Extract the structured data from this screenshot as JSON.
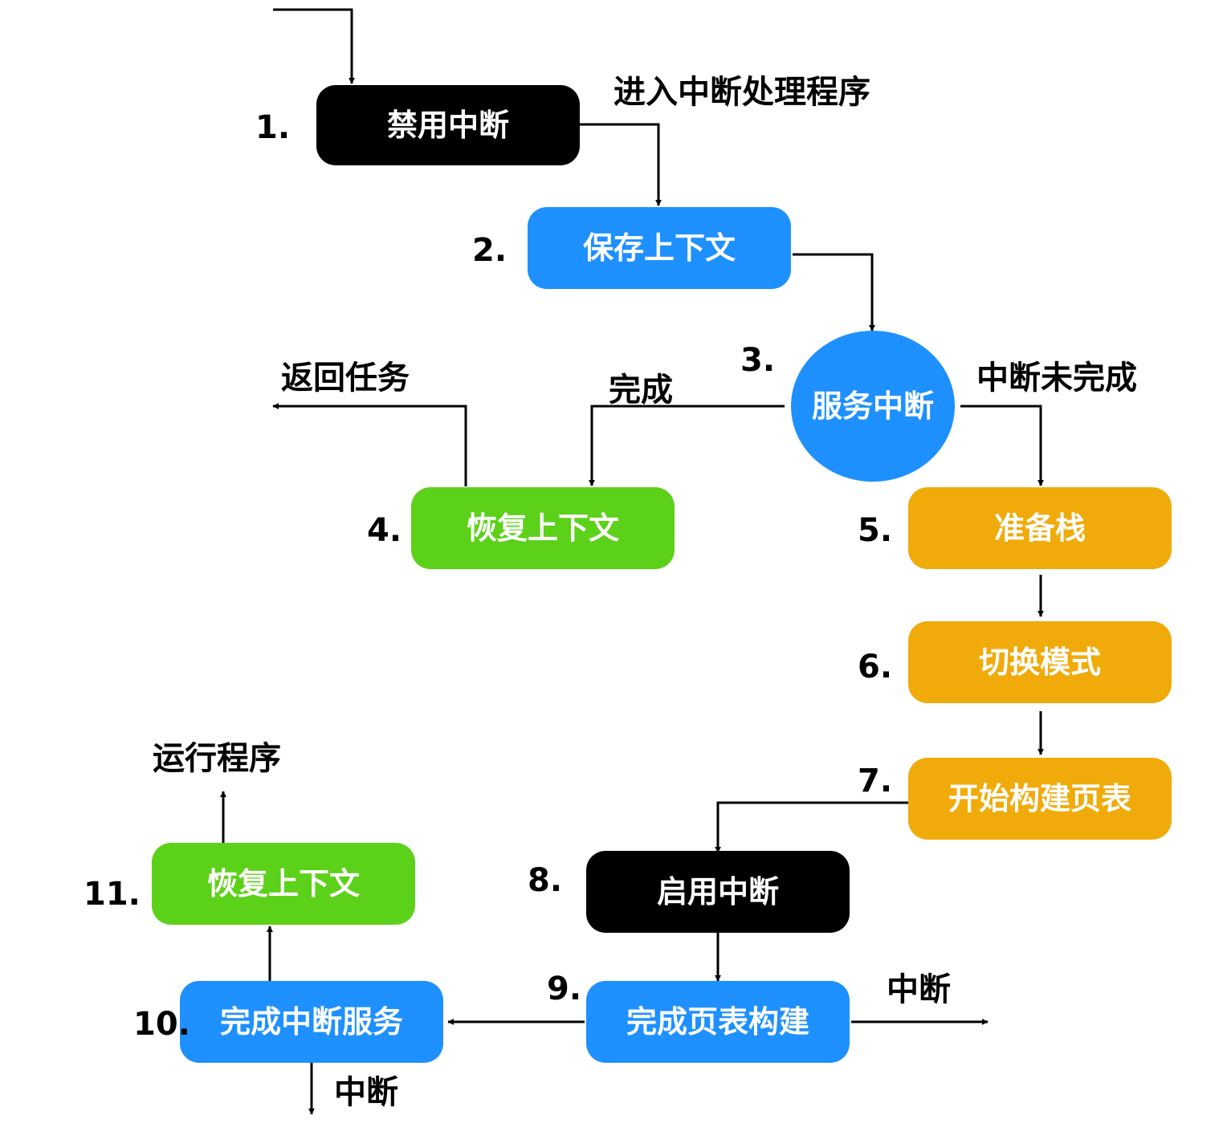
{
  "colors": {
    "black_node": "#000000",
    "blue_node": "#1e90ff",
    "green_node": "#5cd11a",
    "orange_node": "#f0ab0a"
  },
  "nodes": {
    "disable_interrupt": {
      "step": "1.",
      "label": "禁用中断"
    },
    "save_context": {
      "step": "2.",
      "label": "保存上下文"
    },
    "service_interrupt": {
      "step": "3.",
      "label": "服务中断"
    },
    "restore_context_a": {
      "step": "4.",
      "label": "恢复上下文"
    },
    "prepare_stack": {
      "step": "5.",
      "label": "准备栈"
    },
    "switch_mode": {
      "step": "6.",
      "label": "切换模式"
    },
    "build_page_table": {
      "step": "7.",
      "label": "开始构建页表"
    },
    "enable_interrupt": {
      "step": "8.",
      "label": "启用中断"
    },
    "finish_page_table": {
      "step": "9.",
      "label": "完成页表构建"
    },
    "finish_service": {
      "step": "10.",
      "label": "完成中断服务"
    },
    "restore_context_b": {
      "step": "11.",
      "label": "恢复上下文"
    }
  },
  "edge_labels": {
    "enter_handler": "进入中断处理程序",
    "return_task": "返回任务",
    "done": "完成",
    "not_done": "中断未完成",
    "run_program": "运行程序",
    "interrupt_right": "中断",
    "interrupt_bottom": "中断"
  }
}
